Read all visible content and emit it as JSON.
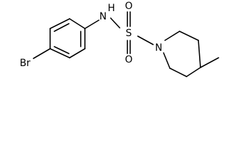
{
  "molecule": {
    "atoms": {
      "bromine": "Br",
      "amine_nitrogen": "N",
      "amine_hydrogen": "H",
      "sulfur": "S",
      "oxygen_top": "O",
      "oxygen_bottom": "O",
      "ring_nitrogen": "N"
    },
    "colors": {
      "bond": "#000000",
      "label": "#000000",
      "background": "#ffffff"
    }
  }
}
